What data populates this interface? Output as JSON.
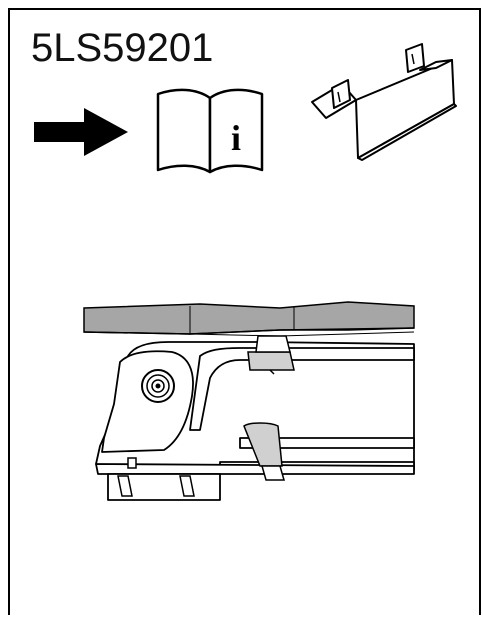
{
  "part_code": "5LS59201",
  "icons": {
    "arrow": "right-arrow-icon",
    "manual": "instruction-manual-icon",
    "manual_glyph": "i",
    "bracket": "mounting-bracket-illustration"
  },
  "colors": {
    "ink": "#000000",
    "panel_gray": "#a6a6a6",
    "clip_gray": "#d0d0d0",
    "background": "#ffffff"
  }
}
